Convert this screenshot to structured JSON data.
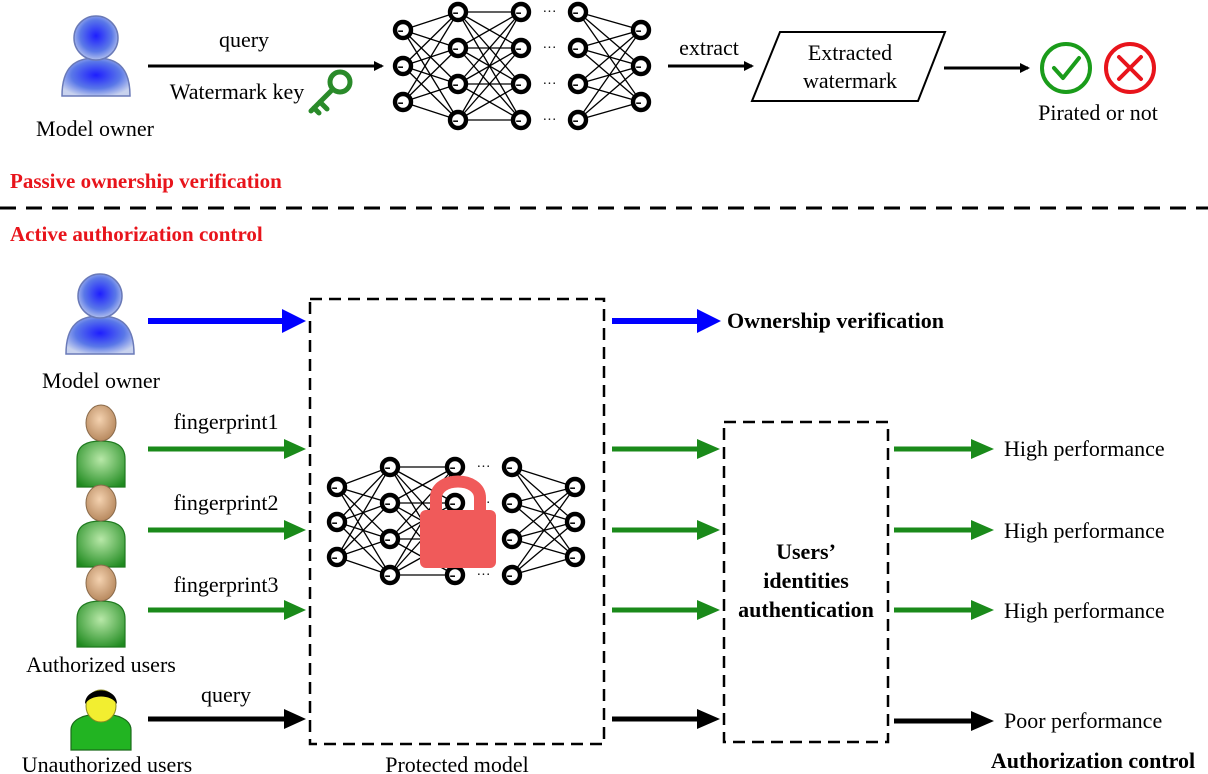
{
  "top": {
    "owner_label": "Model owner",
    "query_label": "query",
    "key_label": "Watermark key",
    "extract_label": "extract",
    "extracted_line1": "Extracted",
    "extracted_line2": "watermark",
    "result_label": "Pirated or not",
    "section_label": "Passive ownership verification"
  },
  "bottom": {
    "section_label": "Active authorization control",
    "owner_label": "Model owner",
    "ownership_label": "Ownership verification",
    "fingerprints": [
      "fingerprint1",
      "fingerprint2",
      "fingerprint3"
    ],
    "authorized_label": "Authorized users",
    "query_label": "query",
    "unauthorized_label": "Unauthorized users",
    "protected_label": "Protected model",
    "auth_line1": "Users’",
    "auth_line2": "identities",
    "auth_line3": "authentication",
    "outputs": [
      "High performance",
      "High performance",
      "High performance",
      "Poor performance"
    ],
    "control_label": "Authorization control"
  },
  "colors": {
    "owner_arrow": "#0000ff",
    "user_arrow": "#1a8a1a",
    "plain_arrow": "#000000",
    "section_text": "#e8141b",
    "lock": "#f05a5a",
    "check": "#1a9c1a",
    "cross": "#e8141b"
  }
}
